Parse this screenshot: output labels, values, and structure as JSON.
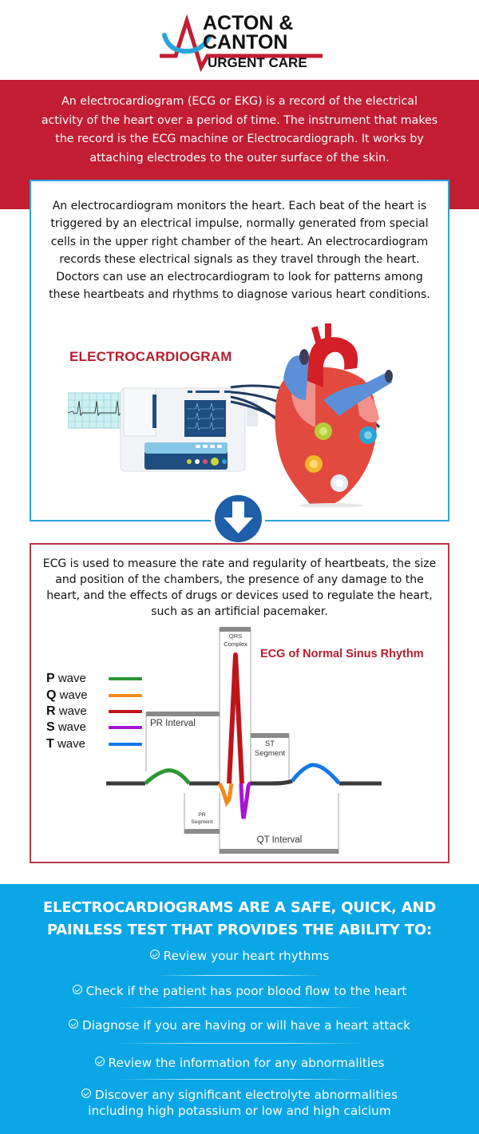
{
  "logo": {
    "line1": "ACTON &",
    "line2": "CANTON",
    "line3": "URGENT CARE",
    "brand_red": "#c21d32",
    "brand_blue": "#2aa4d8"
  },
  "intro": {
    "text": "An electrocardiogram (ECG or EKG) is a record of the electrical activity of the heart over a period of time. The instrument that makes the record is the ECG machine or Electrocardiograph. It works by attaching electrodes to the outer surface of the skin."
  },
  "monitor_box": {
    "text": "An electrocardiogram monitors the heart. Each beat of the heart is triggered by an electrical impulse, normally generated from special cells in the upper right chamber of the heart. An electrocardiogram records these electrical signals as they travel through the heart. Doctors can use an electrocardiogram to look for patterns among these heartbeats and rhythms to diagnose various heart conditions.",
    "illustration_title": "ELECTROCARDIOGRAM",
    "illustration_icons": [
      "ecg-machine-icon",
      "heart-with-electrodes-icon"
    ]
  },
  "arrow": {
    "icon": "arrow-down-icon",
    "color": "#1f5ea8"
  },
  "usage_box": {
    "text": "ECG is used to measure the rate and regularity of heartbeats, the size and position of the chambers, the presence of any damage to the heart, and the effects of drugs or devices used to regulate the heart, such as an artificial pacemaker.",
    "diagram": {
      "title": "ECG of Normal Sinus Rhythm",
      "legend": [
        {
          "letter": "P",
          "label": " wave",
          "color": "#2e9634"
        },
        {
          "letter": "Q",
          "label": " wave",
          "color": "#f08a1e"
        },
        {
          "letter": "R",
          "label": " wave",
          "color": "#c0141b"
        },
        {
          "letter": "S",
          "label": " wave",
          "color": "#a615d6"
        },
        {
          "letter": "T",
          "label": " wave",
          "color": "#1478e6"
        }
      ],
      "labels": {
        "qrs_line1": "QRS",
        "qrs_line2": "Complex",
        "pr_interval": "PR Interval",
        "st_line1": "ST",
        "st_line2": "Segment",
        "pr_seg_line1": "PR",
        "pr_seg_line2": "Segment",
        "qt_interval": "QT Interval"
      }
    }
  },
  "benefits": {
    "heading": "ELECTROCARDIOGRAMS ARE A SAFE, QUICK, AND PAINLESS TEST THAT PROVIDES THE ABILITY TO:",
    "items": [
      {
        "text": "Review your heart rhythms"
      },
      {
        "text": "Check if the patient has poor blood flow to the heart"
      },
      {
        "text": "Diagnose if you are having or will have a heart attack"
      },
      {
        "text": "Review the information for any abnormalities"
      },
      {
        "text": "Discover any significant electrolyte abnormalities including high potassium or low and high calcium"
      }
    ],
    "item_icon": "check-circle-icon",
    "background": "#0aa6e5"
  }
}
